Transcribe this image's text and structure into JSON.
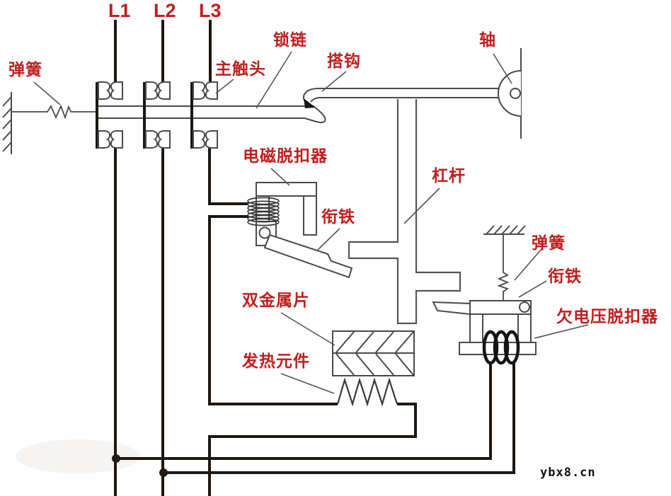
{
  "diagram": {
    "title_none": "",
    "type": "low-voltage circuit breaker working-principle schematic",
    "colors": {
      "label_red": "#c21d1d",
      "wire_black": "#1c1712",
      "outline_gray": "#4a4a4a",
      "background": "#fefefe"
    },
    "phase_labels": [
      {
        "text": "L1"
      },
      {
        "text": "L2"
      },
      {
        "text": "L3"
      }
    ],
    "labels": {
      "spring_left": "弹簧",
      "main_contact": "主触头",
      "lock_chain": "锁链",
      "hook": "搭钩",
      "shaft": "轴",
      "em_release": "电磁脱扣器",
      "lever": "杠杆",
      "armature_left": "衔铁",
      "bimetal": "双金属片",
      "heater": "发热元件",
      "spring_right": "弹簧",
      "armature_right": "衔铁",
      "uv_release": "欠电压脱扣器"
    },
    "watermark": "ybx8.cn"
  }
}
